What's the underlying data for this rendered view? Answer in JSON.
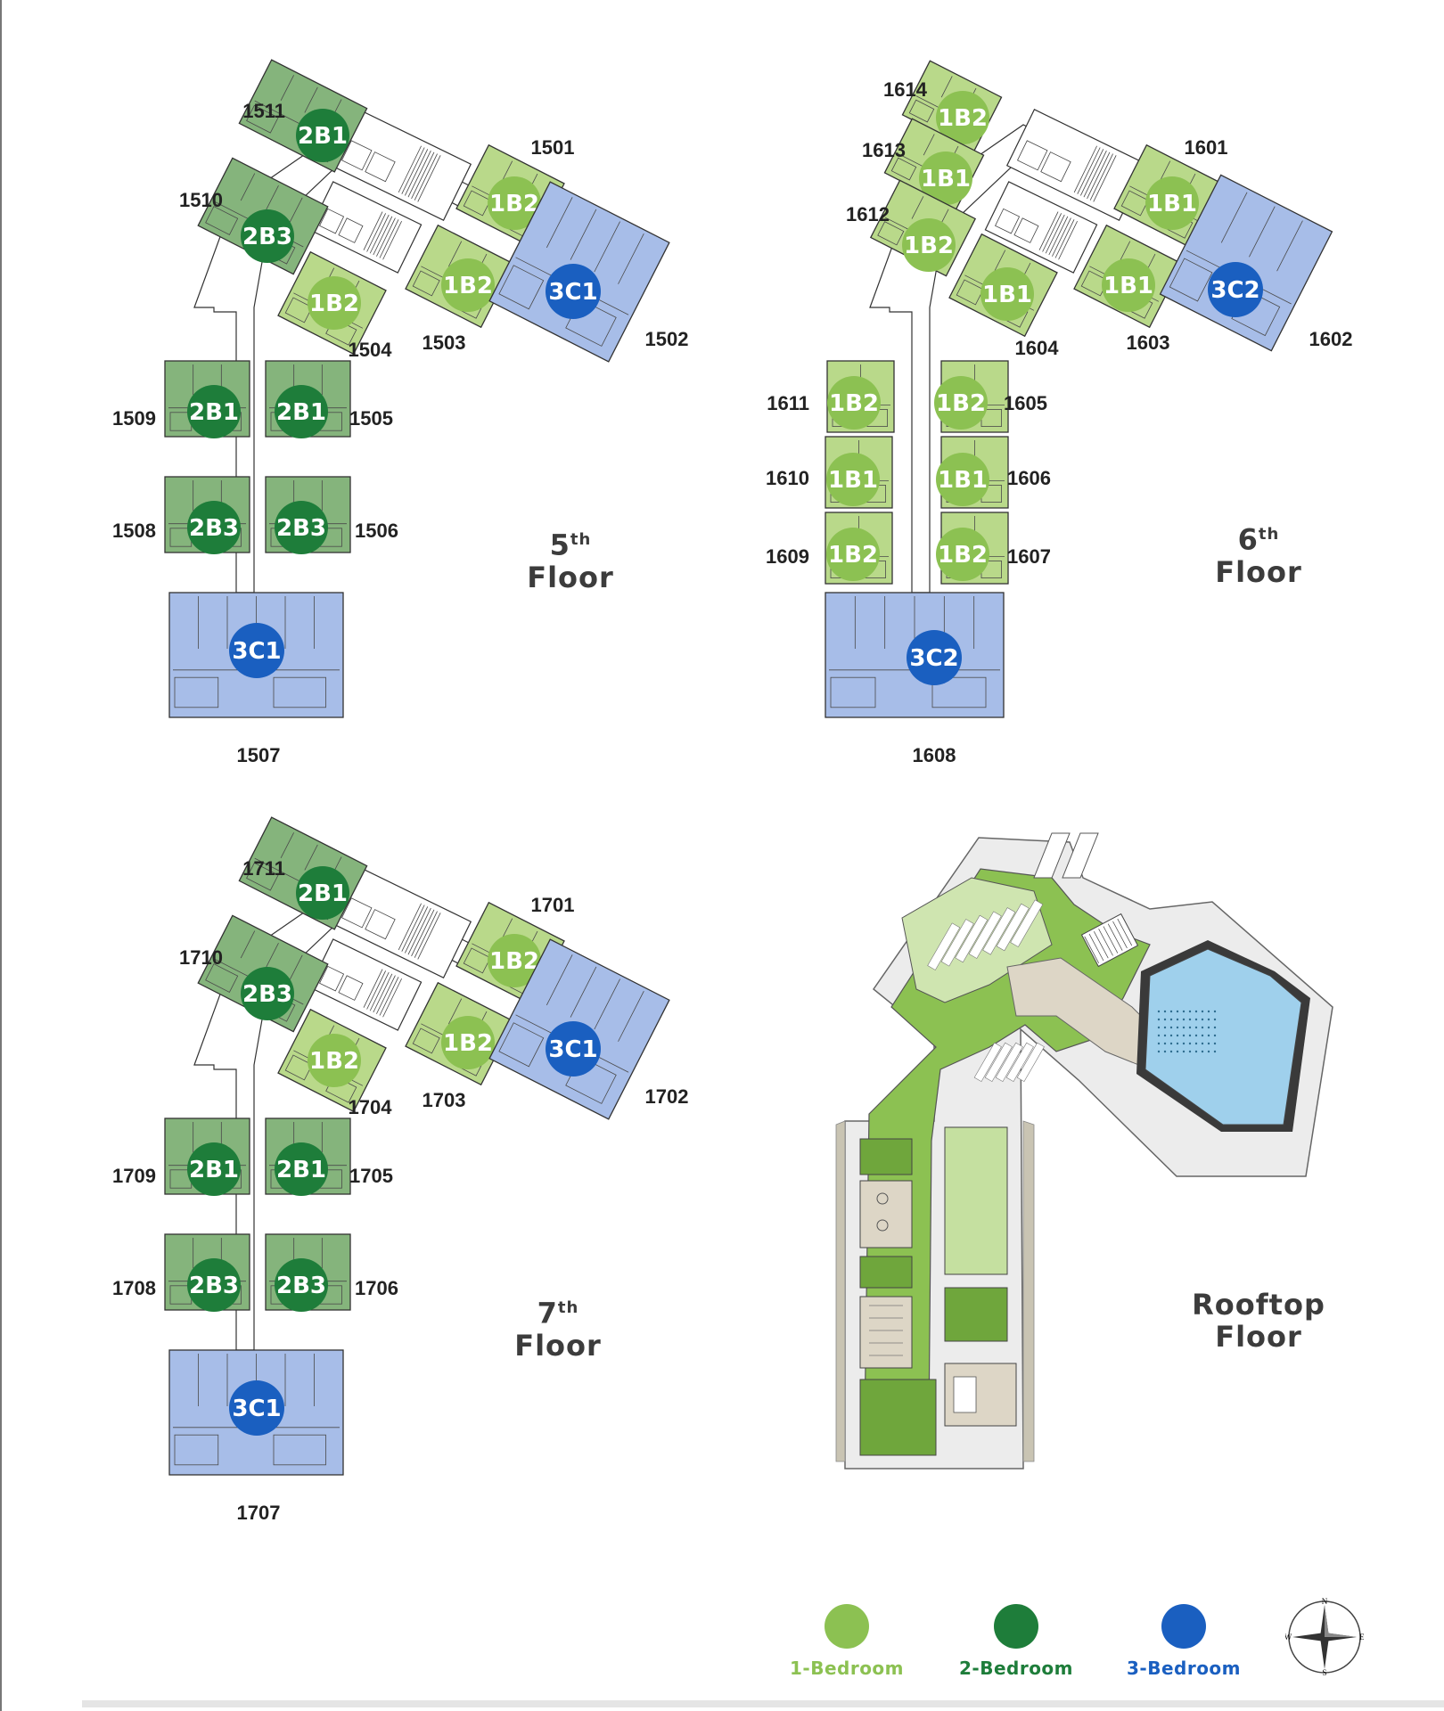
{
  "colors": {
    "one_bed": "#8cc152",
    "one_bed_unit": "#b9d98a",
    "two_bed": "#1e7d3a",
    "two_bed_unit": "#85b47c",
    "three_bed": "#1a5fc0",
    "three_bed_unit": "#a7bde8",
    "corridor": "#ffffff",
    "outline": "#333333",
    "roof_green": "#8cc152",
    "roof_light": "#c5e0a0",
    "roof_pool": "#9fd0ec",
    "roof_deck": "#ddd6c6"
  },
  "floors": [
    {
      "title": "5",
      "suffix": "th",
      "word": "Floor",
      "units": [
        {
          "num": "1511",
          "type": "2B1",
          "bed": 2
        },
        {
          "num": "1510",
          "type": "2B3",
          "bed": 2
        },
        {
          "num": "1504",
          "type": "1B2",
          "bed": 1
        },
        {
          "num": "1501",
          "type": "1B2",
          "bed": 1
        },
        {
          "num": "1503",
          "type": "1B2",
          "bed": 1
        },
        {
          "num": "1502",
          "type": "3C1",
          "bed": 3
        },
        {
          "num": "1509",
          "type": "2B1",
          "bed": 2
        },
        {
          "num": "1505",
          "type": "2B1",
          "bed": 2
        },
        {
          "num": "1508",
          "type": "2B3",
          "bed": 2
        },
        {
          "num": "1506",
          "type": "2B3",
          "bed": 2
        },
        {
          "num": "1507",
          "type": "3C1",
          "bed": 3
        }
      ]
    },
    {
      "title": "6",
      "suffix": "th",
      "word": "Floor",
      "units": [
        {
          "num": "1614",
          "type": "1B2",
          "bed": 1
        },
        {
          "num": "1613",
          "type": "1B1",
          "bed": 1
        },
        {
          "num": "1612",
          "type": "1B2",
          "bed": 1
        },
        {
          "num": "1604",
          "type": "1B1",
          "bed": 1
        },
        {
          "num": "1601",
          "type": "1B1",
          "bed": 1
        },
        {
          "num": "1603",
          "type": "1B1",
          "bed": 1
        },
        {
          "num": "1602",
          "type": "3C2",
          "bed": 3
        },
        {
          "num": "1611",
          "type": "1B2",
          "bed": 1
        },
        {
          "num": "1605",
          "type": "1B2",
          "bed": 1
        },
        {
          "num": "1610",
          "type": "1B1",
          "bed": 1
        },
        {
          "num": "1606",
          "type": "1B1",
          "bed": 1
        },
        {
          "num": "1609",
          "type": "1B2",
          "bed": 1
        },
        {
          "num": "1607",
          "type": "1B2",
          "bed": 1
        },
        {
          "num": "1608",
          "type": "3C2",
          "bed": 3
        }
      ]
    },
    {
      "title": "7",
      "suffix": "th",
      "word": "Floor",
      "units": [
        {
          "num": "1711",
          "type": "2B1",
          "bed": 2
        },
        {
          "num": "1710",
          "type": "2B3",
          "bed": 2
        },
        {
          "num": "1704",
          "type": "1B2",
          "bed": 1
        },
        {
          "num": "1701",
          "type": "1B2",
          "bed": 1
        },
        {
          "num": "1703",
          "type": "1B2",
          "bed": 1
        },
        {
          "num": "1702",
          "type": "3C1",
          "bed": 3
        },
        {
          "num": "1709",
          "type": "2B1",
          "bed": 2
        },
        {
          "num": "1705",
          "type": "2B1",
          "bed": 2
        },
        {
          "num": "1708",
          "type": "2B3",
          "bed": 2
        },
        {
          "num": "1706",
          "type": "2B3",
          "bed": 2
        },
        {
          "num": "1707",
          "type": "3C1",
          "bed": 3
        }
      ]
    }
  ],
  "rooftop": {
    "line1": "Rooftop",
    "line2": "Floor"
  },
  "legend": [
    {
      "label": "1-Bedroom",
      "color": "#8cc152"
    },
    {
      "label": "2-Bedroom",
      "color": "#1e7d3a"
    },
    {
      "label": "3-Bedroom",
      "color": "#1a5fc0"
    }
  ],
  "compass": {
    "n": "N",
    "s": "S",
    "e": "E",
    "w": "W"
  }
}
